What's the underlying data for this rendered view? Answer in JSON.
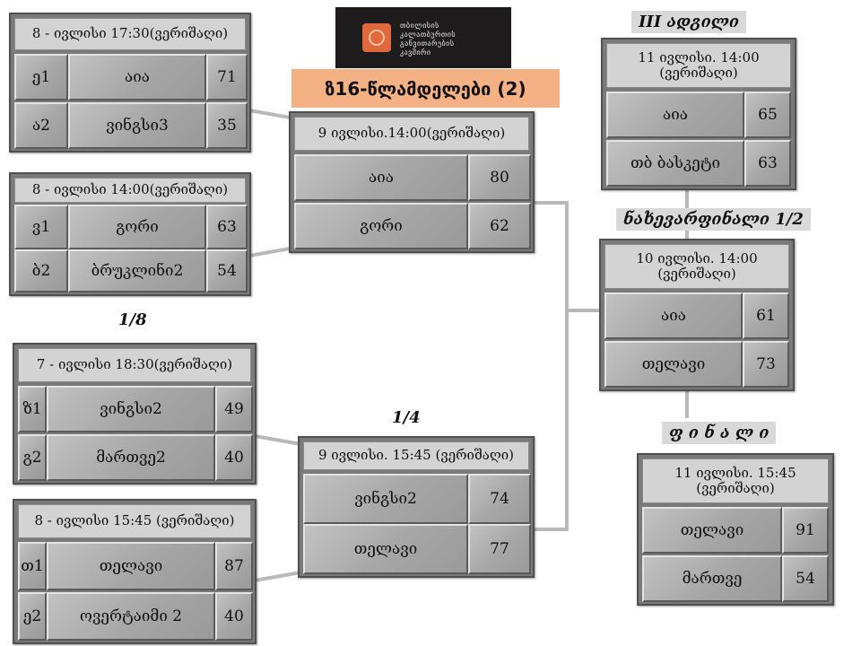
{
  "title": "ზ16-წლამდელები (2)",
  "logo": {
    "line1": "თბილისის",
    "line2": "კალათბურთის",
    "line3": "განვითარების",
    "line4": "კავშირი"
  },
  "labels": {
    "r16": "1/8",
    "qf": "1/4",
    "sf": "ნახევარფინალი 1/2",
    "third": "III ადგილი",
    "final": "ფ ი ნ ა ლ ი"
  },
  "matches": {
    "r16a": {
      "header": "8 - ივლისი 17:30(ვერიშაღი)",
      "rows": [
        {
          "seed": "ე1",
          "team": "აია",
          "score": "71"
        },
        {
          "seed": "ა2",
          "team": "ვინგსი3",
          "score": "35"
        }
      ]
    },
    "r16b": {
      "header": "8 - ივლისი  14:00(ვერიშაღი)",
      "rows": [
        {
          "seed": "ვ1",
          "team": "გორი",
          "score": "63"
        },
        {
          "seed": "ბ2",
          "team": "ბრუკლინი2",
          "score": "54"
        }
      ]
    },
    "r16c": {
      "header": "7 - ივლისი 18:30(ვერიშაღი)",
      "rows": [
        {
          "seed": "ზ1",
          "team": "ვინგსი2",
          "score": "49"
        },
        {
          "seed": "გ2",
          "team": "მართვე2",
          "score": "40"
        }
      ]
    },
    "r16d": {
      "header": "8 - ივლისი 15:45 (ვერიშაღი)",
      "rows": [
        {
          "seed": "თ1",
          "team": "თელავი",
          "score": "87"
        },
        {
          "seed": "ე2",
          "team": "ოვერტაიმი 2",
          "score": "40"
        }
      ]
    },
    "qf1": {
      "header": "9 ივლისი.14:00(ვერიშაღი)",
      "rows": [
        {
          "team": "აია",
          "score": "80"
        },
        {
          "team": "გორი",
          "score": "62"
        }
      ]
    },
    "qf2": {
      "header": "9 ივლისი. 15:45 (ვერიშაღი)",
      "rows": [
        {
          "team": "ვინგსი2",
          "score": "74"
        },
        {
          "team": "თელავი",
          "score": "77"
        }
      ]
    },
    "sf": {
      "header": "10 ივლისი. 14:00 (ვერიშაღი)",
      "rows": [
        {
          "team": "აია",
          "score": "61"
        },
        {
          "team": "თელავი",
          "score": "73"
        }
      ]
    },
    "third": {
      "header": "11 ივლისი. 14:00 (ვერიშაღი)",
      "rows": [
        {
          "team": "აია",
          "score": "65"
        },
        {
          "team": "თბ ბასკეტი",
          "score": "63"
        }
      ]
    },
    "final": {
      "header": "11 ივლისი. 15:45 (ვერიშაღი)",
      "rows": [
        {
          "team": "თელავი",
          "score": "91"
        },
        {
          "team": "მართვე",
          "score": "54"
        }
      ]
    }
  }
}
